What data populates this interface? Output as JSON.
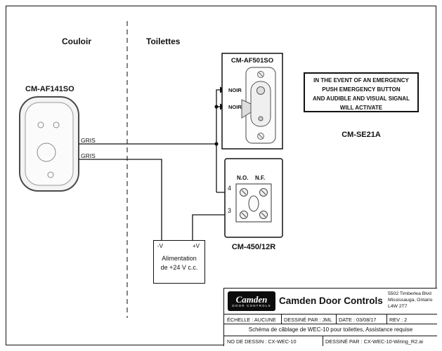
{
  "zones": {
    "left_label": "Couloir",
    "right_label": "Toilettes"
  },
  "devices": {
    "touchless_switch": {
      "model": "CM-AF141SO"
    },
    "pull_station": {
      "model": "CM-AF501SO",
      "wire_color_top": "NOIR",
      "wire_color_bottom": "NOIR"
    },
    "relay": {
      "model": "CM-450/12R",
      "contact_no": "N.O.",
      "contact_nf": "N.F.",
      "terminal_top": "4",
      "terminal_bottom": "3"
    }
  },
  "wires": {
    "gray_top": "GRIS",
    "gray_bottom": "GRIS"
  },
  "power_supply": {
    "negative": "-V",
    "positive": "+V",
    "caption_line1": "Alimentation",
    "caption_line2": "de +24 V c.c."
  },
  "emergency_notice": {
    "lines": [
      "IN THE EVENT OF AN EMERGENCY",
      "PUSH EMERGENCY BUTTON",
      "AND AUDIBLE AND VISUAL SIGNAL",
      "WILL ACTIVATE"
    ],
    "model": "CM-SE21A"
  },
  "title_block": {
    "logo_text": "Camden",
    "logo_subtext": "DOOR CONTROLS",
    "company": "Camden Door Controls",
    "address_lines": [
      "5502 Timberlea Blvd",
      "Mississauga, Ontario",
      "L4W 2T7"
    ],
    "scale": "ÉCHELLE : AUCUNE",
    "drawn_by": "DESSINÉ PAR : JML",
    "date": "DATE : 03/08/17",
    "revision": "REV : 2",
    "description": "Schéma de câblage de WEC-10 pour toilettes, Assistance requise",
    "drawing_number": "NO DE DESSIN : CX-WEC-10",
    "file": "DESSINÉ PAR : CX-WEC-10-Wiring_R2.ai"
  }
}
